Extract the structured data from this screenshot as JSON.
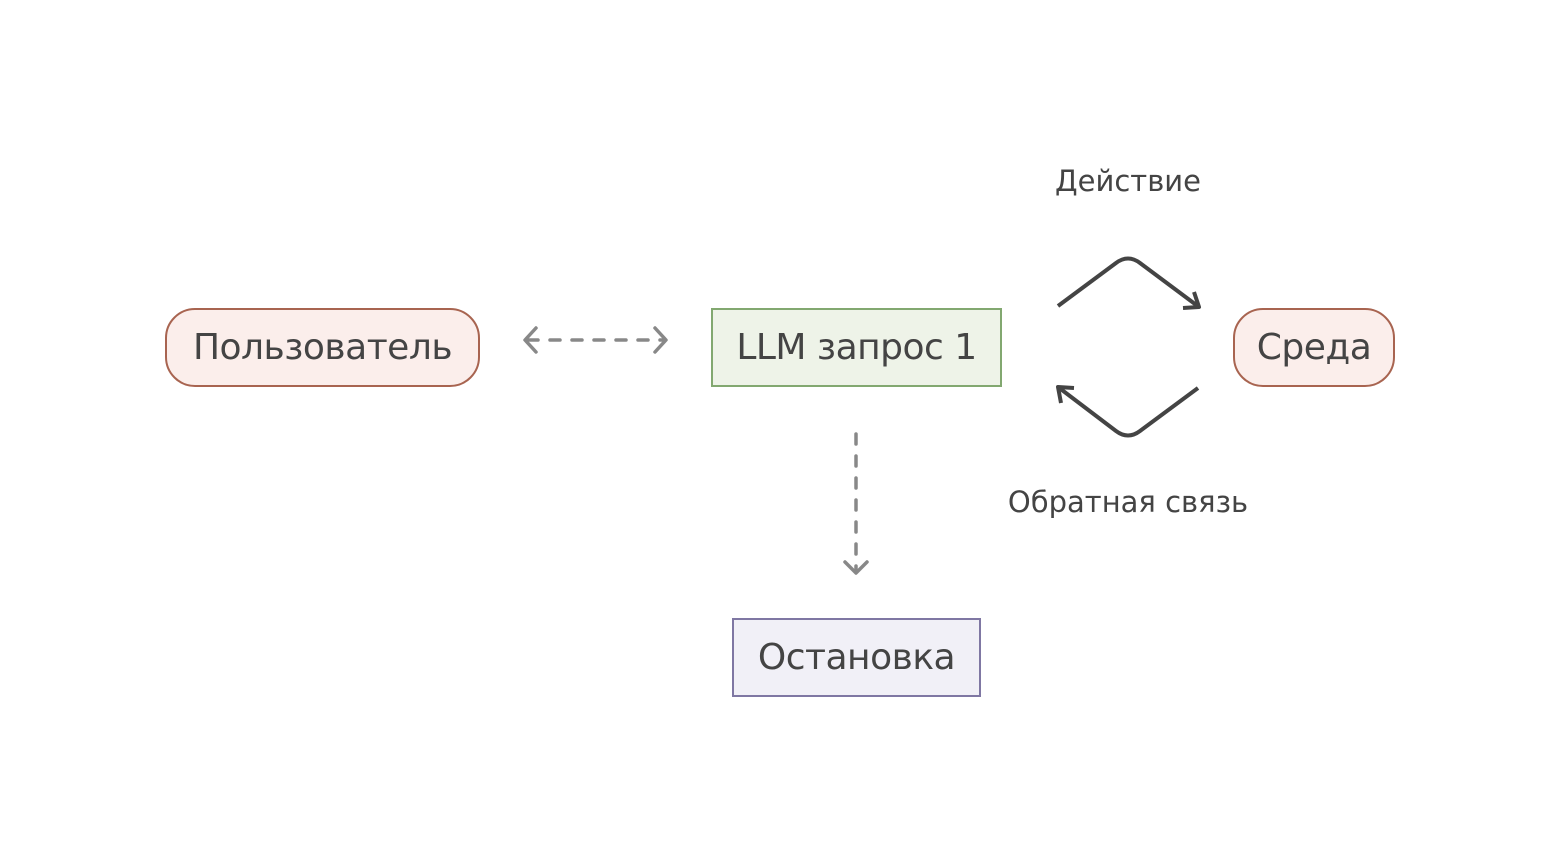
{
  "nodes": {
    "user": "Пользователь",
    "llm": "LLM запрос 1",
    "environment": "Среда",
    "stop": "Остановка"
  },
  "edges": {
    "action": "Действие",
    "feedback": "Обратная связь"
  },
  "colors": {
    "actor_fill": "#fbeeeb",
    "actor_border": "#a86450",
    "llm_fill": "#eef3e8",
    "llm_border": "#82a870",
    "stop_fill": "#f1f0f7",
    "stop_border": "#7f77a3",
    "solid_arrow": "#444444",
    "dashed_arrow": "#888888"
  }
}
